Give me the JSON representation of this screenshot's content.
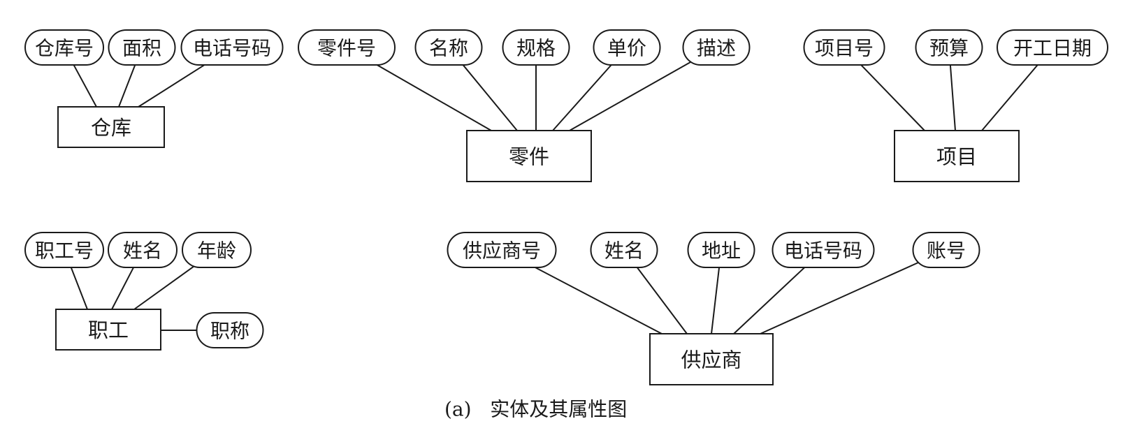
{
  "diagram": {
    "caption": "(a)   实体及其属性图",
    "entities": [
      {
        "id": "warehouse",
        "label": "仓库",
        "attributes": [
          "仓库号",
          "面积",
          "电话号码"
        ]
      },
      {
        "id": "part",
        "label": "零件",
        "attributes": [
          "零件号",
          "名称",
          "规格",
          "单价",
          "描述"
        ]
      },
      {
        "id": "project",
        "label": "项目",
        "attributes": [
          "项目号",
          "预算",
          "开工日期"
        ]
      },
      {
        "id": "employee",
        "label": "职工",
        "attributes": [
          "职工号",
          "姓名",
          "年龄",
          "职称"
        ]
      },
      {
        "id": "supplier",
        "label": "供应商",
        "attributes": [
          "供应商号",
          "姓名",
          "地址",
          "电话号码",
          "账号"
        ]
      }
    ]
  }
}
